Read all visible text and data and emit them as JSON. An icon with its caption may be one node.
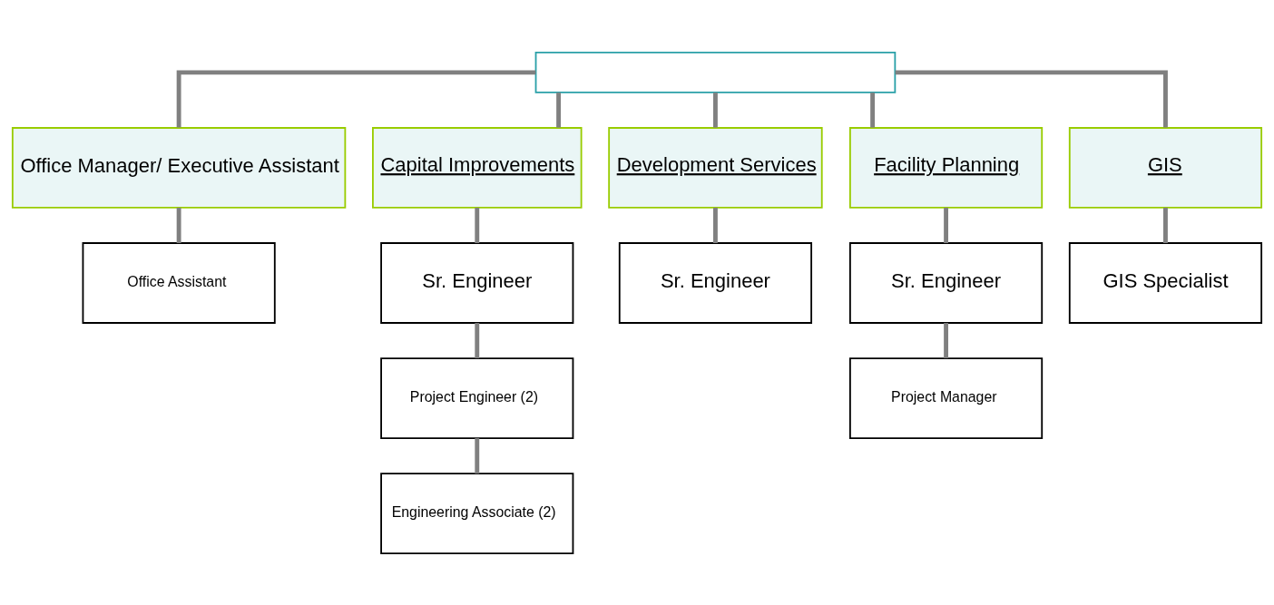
{
  "diagram": {
    "nodes": [
      {
        "text": [],
        "shape": "box"
      },
      {
        "text": [
          "Office Manager/ Executive Assistant"
        ]
      },
      {
        "text": [
          "Capital Improvements"
        ]
      },
      {
        "text": [
          "Development Services"
        ]
      },
      {
        "text": [
          "Facility Planning"
        ]
      },
      {
        "text": [
          "GIS"
        ]
      },
      {
        "text": [
          "Office Assistant"
        ]
      },
      {
        "text": [
          "Sr. Engineer"
        ]
      },
      {
        "text": [
          "Sr. Engineer"
        ]
      },
      {
        "text": [
          "Sr. Engineer"
        ]
      },
      {
        "text": [
          "GIS Specialist"
        ]
      },
      {
        "text": [
          "Project Engineer (2)"
        ]
      },
      {
        "text": [
          "Project Manager"
        ]
      },
      {
        "text": [
          "Engineering Associate (2)"
        ]
      }
    ],
    "edges": [
      {
        "from": 0,
        "to": 1,
        "arrow": "none"
      },
      {
        "from": 0,
        "to": 2,
        "arrow": "none"
      },
      {
        "from": 0,
        "to": 3,
        "arrow": "none"
      },
      {
        "from": 0,
        "to": 4,
        "arrow": "none"
      },
      {
        "from": 0,
        "to": 5,
        "arrow": "none"
      },
      {
        "from": 1,
        "to": 6,
        "arrow": "none"
      },
      {
        "from": 2,
        "to": 7,
        "arrow": "none"
      },
      {
        "from": 3,
        "to": 8,
        "arrow": "none"
      },
      {
        "from": 4,
        "to": 9,
        "arrow": "none"
      },
      {
        "from": 5,
        "to": 10,
        "arrow": "none"
      },
      {
        "from": 7,
        "to": 11,
        "arrow": "none"
      },
      {
        "from": 9,
        "to": 12,
        "arrow": "none"
      },
      {
        "from": 11,
        "to": 13,
        "arrow": "none"
      }
    ]
  }
}
